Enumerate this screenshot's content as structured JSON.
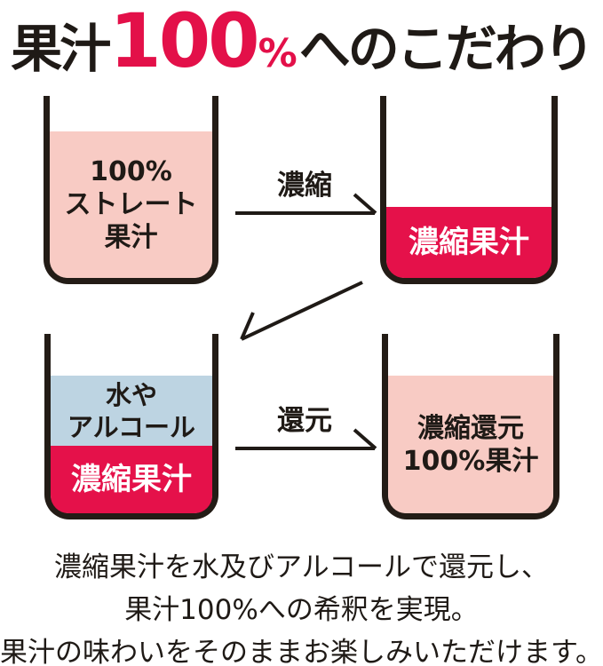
{
  "title": {
    "prefix": "果汁",
    "number": "100",
    "percent": "%",
    "suffix": "へのこだわり"
  },
  "flow": {
    "beaker_straight": {
      "line1": "100%",
      "line2": "ストレート",
      "line3": "果汁"
    },
    "arrow_concentrate": {
      "label": "濃縮"
    },
    "beaker_concentrated": {
      "label": "濃縮果汁"
    },
    "beaker_dilution": {
      "water_line1": "水や",
      "water_line2": "アルコール",
      "juice_label": "濃縮果汁"
    },
    "arrow_reconstitute": {
      "label": "還元"
    },
    "beaker_reconstituted": {
      "line1": "濃縮還元",
      "line2": "100%果汁"
    }
  },
  "caption": {
    "line1": "濃縮果汁を水及びアルコールで還元し、",
    "line2": "果汁100%への希釈を実現。",
    "line3": "果汁の味わいをそのままお楽しみいただけます。"
  },
  "colors": {
    "accent_red": "#e5114a",
    "title_red": "#e31049",
    "fill_pink": "#f8cbc4",
    "fill_blue": "#bdd4e2",
    "ink": "#1f1a16"
  }
}
